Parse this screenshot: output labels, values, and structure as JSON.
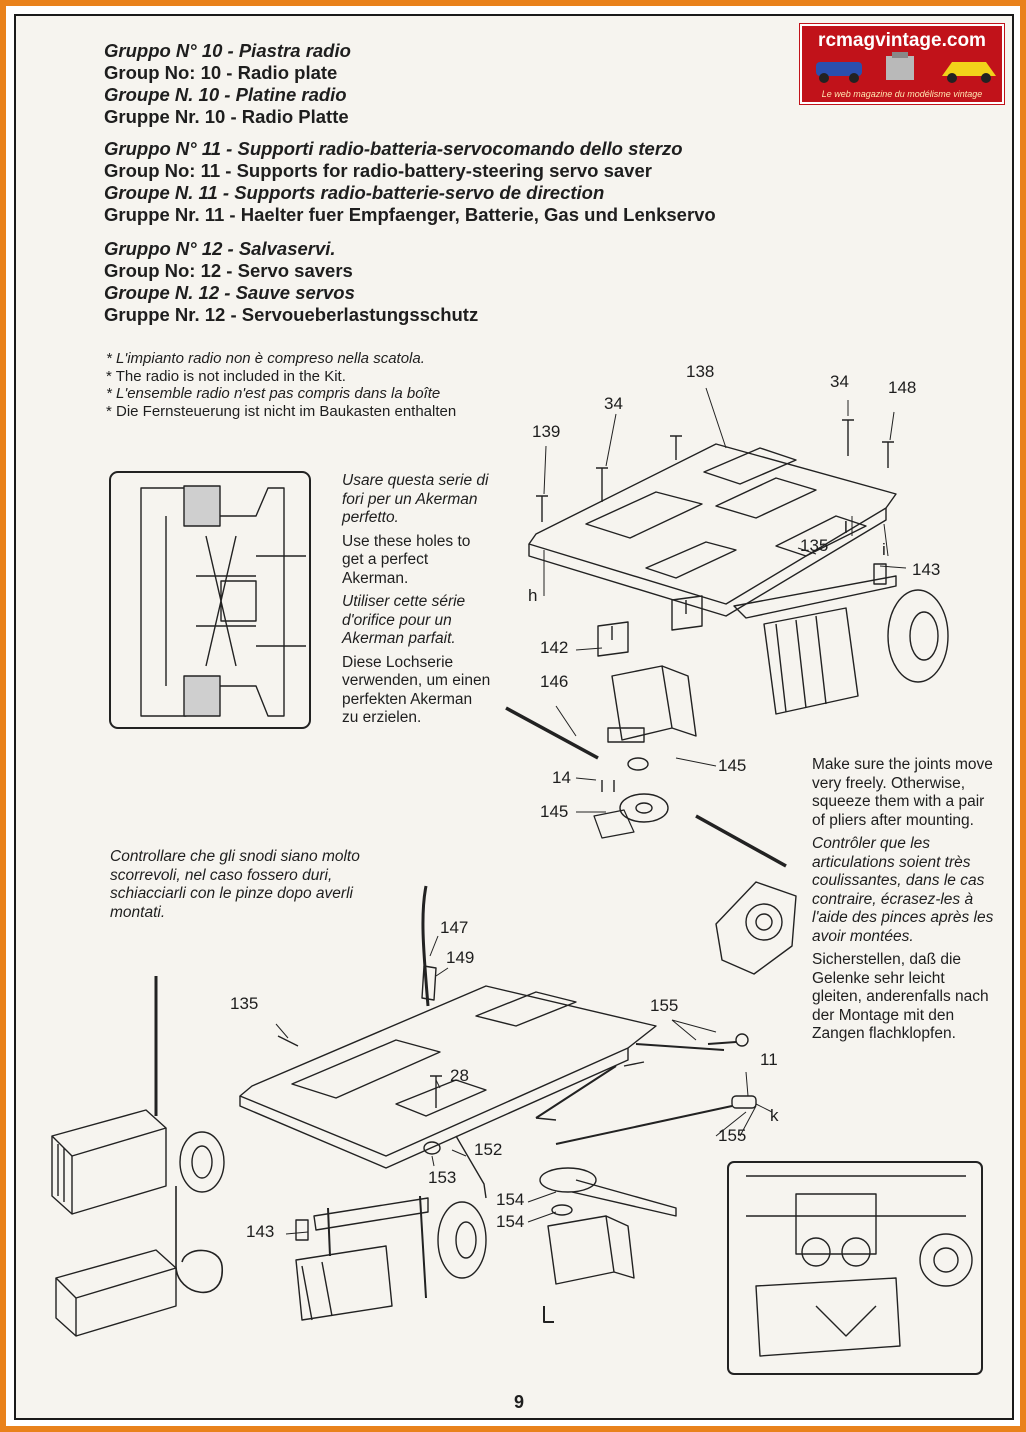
{
  "headings": {
    "g10": [
      "Gruppo N° 10 - Piastra radio",
      "Group No: 10 - Radio plate",
      "Groupe N. 10 - Platine radio",
      "Gruppe Nr. 10 - Radio Platte"
    ],
    "g11": [
      "Gruppo N° 11 - Supporti radio-batteria-servocomando dello sterzo",
      "Group No: 11 - Supports for radio-battery-steering servo saver",
      "Groupe N. 11 - Supports radio-batterie-servo de direction",
      "Gruppe Nr. 11 - Haelter fuer Empfaenger, Batterie, Gas und Lenkservo"
    ],
    "g12": [
      "Gruppo N° 12 - Salvaservi.",
      "Group No: 12 - Servo savers",
      "Groupe N. 12 - Sauve servos",
      "Gruppe Nr. 12 - Servoueberlastungsschutz"
    ]
  },
  "notes": [
    "* L'impianto radio non è compreso nella scatola.",
    "* The radio is not included in the Kit.",
    "* L'ensemble radio n'est pas compris dans la boîte",
    "* Die Fernsteuerung ist nicht im Baukasten enthalten"
  ],
  "akerman": [
    "Usare questa serie di fori per un Akerman perfetto.",
    "Use these holes to get a perfect Akerman.",
    "Utiliser cette série d'orifice pour un Akerman parfait.",
    "Diese Lochserie verwenden, um einen perfekten Akerman zu erzielen."
  ],
  "joints_it": "Controllare che gli snodi siano molto scorrevoli, nel caso fossero duri, schiacciarli con le pinze dopo averli montati.",
  "joints": [
    "Make sure the joints move very freely. Otherwise, squeeze them with a pair of pliers after mounting.",
    "Contrôler que les articulations soient très coulissantes, dans le cas contraire, écrasez-les à l'aide des pinces après les avoir montées.",
    "Sicherstellen, daß die Gelenke sehr leicht gleiten, anderenfalls nach der Montage mit den Zangen flachklopfen."
  ],
  "callouts": {
    "c34a": "34",
    "c138": "138",
    "c34b": "34",
    "c148": "148",
    "c139": "139",
    "c135a": "135",
    "c143a": "143",
    "c142": "142",
    "c146": "146",
    "c145a": "145",
    "c14": "14",
    "c145b": "145",
    "ch": "h",
    "ci": "i",
    "cl": "l",
    "c147": "147",
    "c149": "149",
    "c135b": "135",
    "c28": "28",
    "c152": "152",
    "c153": "153",
    "c154a": "154",
    "c154b": "154",
    "c143b": "143",
    "c155a": "155",
    "c11": "11",
    "ck": "k",
    "c155b": "155"
  },
  "logo": {
    "title": "rcmagvintage.com",
    "subtitle": "Le web magazine du modélisme vintage",
    "color": "#c1121a"
  },
  "colors": {
    "border": "#e9821c",
    "ink": "#1e1e1e",
    "paper": "#f6f4ef"
  },
  "page_number": "9"
}
